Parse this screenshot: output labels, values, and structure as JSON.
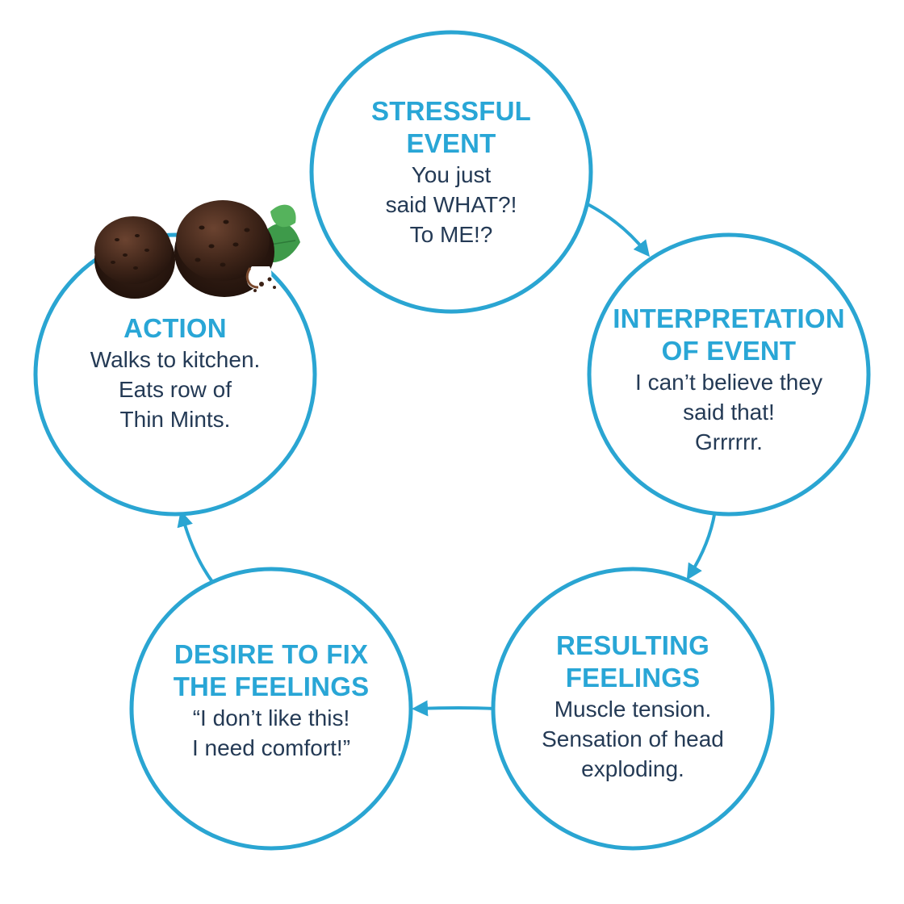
{
  "colors": {
    "accent": "#2aa5d2",
    "title_text": "#29a6d6",
    "body_text": "#243a55",
    "background": "#ffffff"
  },
  "icons": {
    "cookies": "thin-mints-cookies-icon"
  },
  "nodes": {
    "stressful_event": {
      "title": "STRESSFUL\nEVENT",
      "body": "You just\nsaid WHAT?!\nTo ME!?"
    },
    "interpretation": {
      "title": "INTERPRETATION\nOF EVENT",
      "body": "I can’t believe they\nsaid that!\nGrrrrrr."
    },
    "resulting_feelings": {
      "title": "RESULTING\nFEELINGS",
      "body": "Muscle tension.\nSensation of head\nexploding."
    },
    "desire": {
      "title": "DESIRE TO FIX\nTHE FEELINGS",
      "body": "“I don’t like this!\nI need comfort!”"
    },
    "action": {
      "title": "ACTION",
      "body": "Walks to kitchen.\nEats row of\nThin Mints."
    }
  }
}
